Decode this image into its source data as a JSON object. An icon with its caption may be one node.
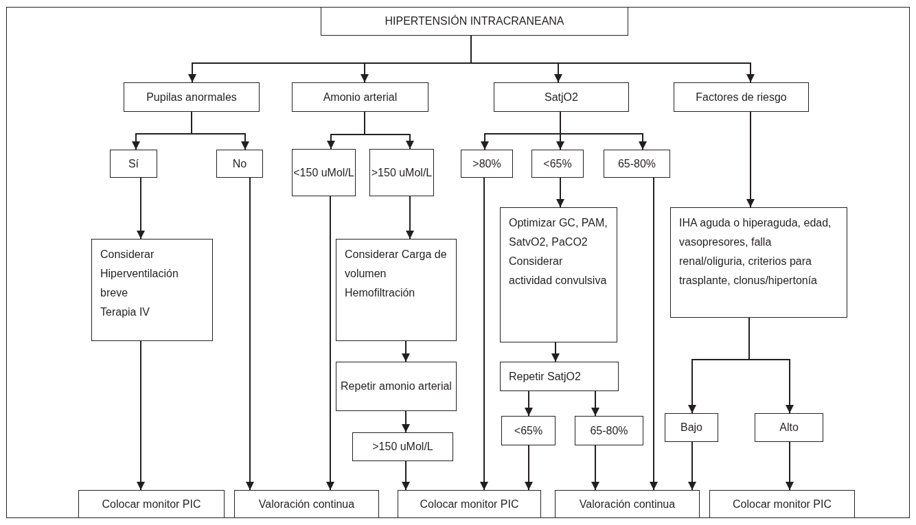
{
  "diagram": {
    "nodes": [
      {
        "text": [
          "HIPERTENSIÓN INTRACRANEANA"
        ]
      },
      {
        "text": [
          "Pupilas anormales"
        ]
      },
      {
        "text": [
          "Amonio arterial"
        ]
      },
      {
        "text": [
          "SatjO2"
        ]
      },
      {
        "text": [
          "Factores de riesgo"
        ]
      },
      {
        "text": [
          "Sí"
        ]
      },
      {
        "text": [
          "No"
        ]
      },
      {
        "text": [
          "<150 uMol/L"
        ]
      },
      {
        "text": [
          ">150 uMol/L"
        ]
      },
      {
        "text": [
          ">80%"
        ]
      },
      {
        "text": [
          "<65%"
        ]
      },
      {
        "text": [
          "65-80%"
        ]
      },
      {
        "text": [
          "Considerar Hiperventilación breve",
          "Terapia IV"
        ]
      },
      {
        "text": [
          "Considerar Carga de volumen",
          "Hemofiltración"
        ]
      },
      {
        "text": [
          "Optimizar GC, PAM, SatvO2, PaCO2",
          "Considerar actividad convulsiva"
        ]
      },
      {
        "text": [
          "IHA aguda o hiperaguda, edad, vasopresores, falla renal/oliguria, criterios para trasplante, clonus/hipertonía"
        ]
      },
      {
        "text": [
          "Repetir amonio arterial"
        ]
      },
      {
        "text": [
          "Repetir SatjO2"
        ]
      },
      {
        "text": [
          ">150 uMol/L"
        ]
      },
      {
        "text": [
          "<65%"
        ]
      },
      {
        "text": [
          "65-80%"
        ]
      },
      {
        "text": [
          "Bajo"
        ]
      },
      {
        "text": [
          "Alto"
        ]
      },
      {
        "text": [
          "Colocar monitor PIC"
        ]
      },
      {
        "text": [
          "Valoración continua"
        ]
      },
      {
        "text": [
          "Colocar monitor PIC"
        ]
      },
      {
        "text": [
          "Valoración continua"
        ]
      },
      {
        "text": [
          "Colocar monitor PIC"
        ]
      }
    ],
    "edges": [
      {
        "from": 0,
        "to": 1,
        "arrow": "to"
      },
      {
        "from": 0,
        "to": 2,
        "arrow": "to"
      },
      {
        "from": 0,
        "to": 3,
        "arrow": "to"
      },
      {
        "from": 0,
        "to": 4,
        "arrow": "to"
      },
      {
        "from": 1,
        "to": 5,
        "arrow": "to"
      },
      {
        "from": 1,
        "to": 6,
        "arrow": "to"
      },
      {
        "from": 2,
        "to": 7,
        "arrow": "to"
      },
      {
        "from": 2,
        "to": 8,
        "arrow": "to"
      },
      {
        "from": 3,
        "to": 9,
        "arrow": "to"
      },
      {
        "from": 3,
        "to": 10,
        "arrow": "to"
      },
      {
        "from": 3,
        "to": 11,
        "arrow": "to"
      },
      {
        "from": 4,
        "to": 15,
        "arrow": "to"
      },
      {
        "from": 5,
        "to": 12,
        "arrow": "to"
      },
      {
        "from": 6,
        "to": 24,
        "arrow": "to"
      },
      {
        "from": 7,
        "to": 24,
        "arrow": "to"
      },
      {
        "from": 8,
        "to": 13,
        "arrow": "to"
      },
      {
        "from": 9,
        "to": 25,
        "arrow": "to"
      },
      {
        "from": 10,
        "to": 14,
        "arrow": "to"
      },
      {
        "from": 11,
        "to": 26,
        "arrow": "to"
      },
      {
        "from": 12,
        "to": 23,
        "arrow": "to"
      },
      {
        "from": 13,
        "to": 16,
        "arrow": "to"
      },
      {
        "from": 16,
        "to": 18,
        "arrow": "to"
      },
      {
        "from": 18,
        "to": 25,
        "arrow": "to"
      },
      {
        "from": 14,
        "to": 17,
        "arrow": "to"
      },
      {
        "from": 17,
        "to": 19,
        "arrow": "to"
      },
      {
        "from": 17,
        "to": 20,
        "arrow": "to"
      },
      {
        "from": 19,
        "to": 25,
        "arrow": "to"
      },
      {
        "from": 20,
        "to": 26,
        "arrow": "to"
      },
      {
        "from": 15,
        "to": 21,
        "arrow": "to"
      },
      {
        "from": 15,
        "to": 22,
        "arrow": "to"
      },
      {
        "from": 21,
        "to": 26,
        "arrow": "to"
      },
      {
        "from": 22,
        "to": 27,
        "arrow": "to"
      }
    ]
  }
}
